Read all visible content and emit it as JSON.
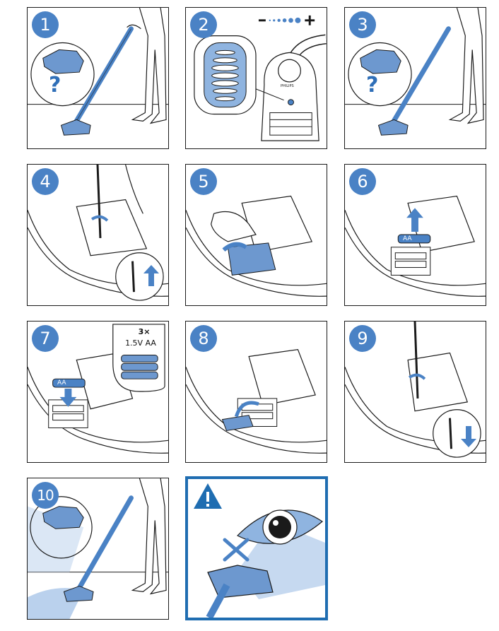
{
  "steps": [
    {
      "number": "1"
    },
    {
      "number": "2"
    },
    {
      "number": "3"
    },
    {
      "number": "4"
    },
    {
      "number": "5"
    },
    {
      "number": "6"
    },
    {
      "number": "7"
    },
    {
      "number": "8"
    },
    {
      "number": "9"
    },
    {
      "number": "10"
    }
  ],
  "step1": {
    "question_mark": "?"
  },
  "step3": {
    "question_mark": "?"
  },
  "step2": {
    "brand": "PHILIPS",
    "power_min": "−",
    "power_max": "+"
  },
  "step6": {
    "battery_label": "AA"
  },
  "step7": {
    "battery_count": "3×",
    "battery_spec": "1.5V AA",
    "battery_label": "AA"
  },
  "colors": {
    "accent": "#4a82c5",
    "accent_light": "#8fb4e0",
    "warning_border": "#1f6db1",
    "line": "#1a1a1a"
  },
  "icons": [
    "question-icon",
    "arrow-up-icon",
    "arrow-down-icon",
    "rotate-arrow-icon",
    "warning-icon",
    "eye-icon",
    "cross-icon"
  ]
}
